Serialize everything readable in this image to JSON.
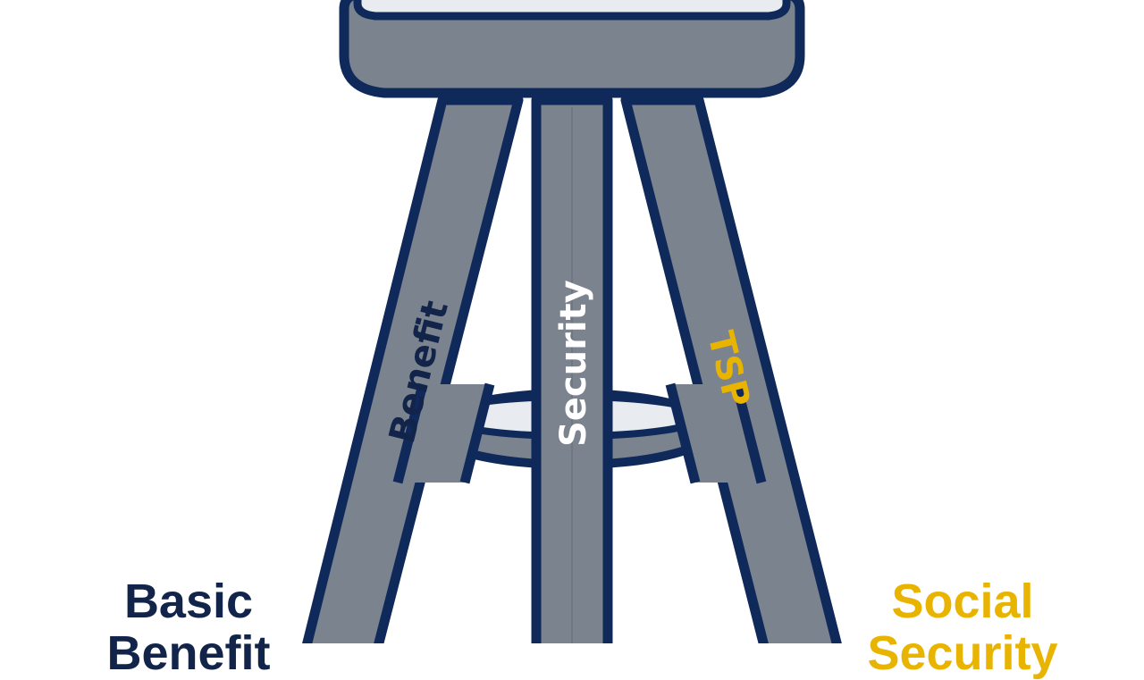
{
  "colors": {
    "outline": "#0f2a5a",
    "wood": "#7b838f",
    "wood_light": "#8e96a2",
    "seat_top": "#e8ebf0",
    "navy_text": "#12244a",
    "gold_text": "#e8b400",
    "white_text": "#ffffff"
  },
  "legs": {
    "left": {
      "text": "Benefit",
      "color": "#12244a"
    },
    "middle": {
      "text": "Security",
      "color": "#ffffff"
    },
    "right": {
      "text": "TSP",
      "color": "#e8b400"
    }
  },
  "labels": {
    "left": {
      "line1": "Basic",
      "line2": "Benefit",
      "color": "#12244a"
    },
    "right": {
      "line1": "Social",
      "line2": "Security",
      "color": "#e8b400"
    }
  }
}
